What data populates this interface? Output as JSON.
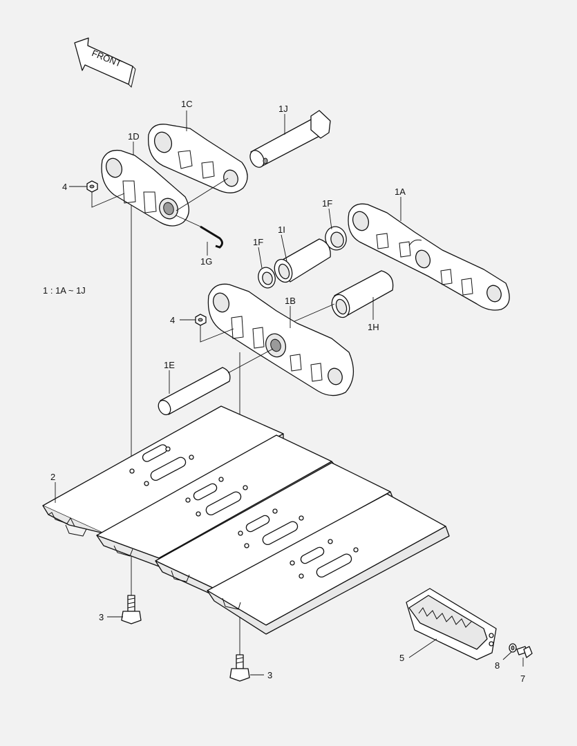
{
  "direction_arrow": {
    "label": "FRONT"
  },
  "note": "1 : 1A ~ 1J",
  "callouts": {
    "c1A": "1A",
    "c1B": "1B",
    "c1C": "1C",
    "c1D": "1D",
    "c1E": "1E",
    "c1F_a": "1F",
    "c1F_b": "1F",
    "c1G": "1G",
    "c1H": "1H",
    "c1I": "1I",
    "c1J": "1J",
    "c2": "2",
    "c3_a": "3",
    "c3_b": "3",
    "c4_a": "4",
    "c4_b": "4",
    "c5": "5",
    "c7": "7",
    "c8": "8"
  }
}
